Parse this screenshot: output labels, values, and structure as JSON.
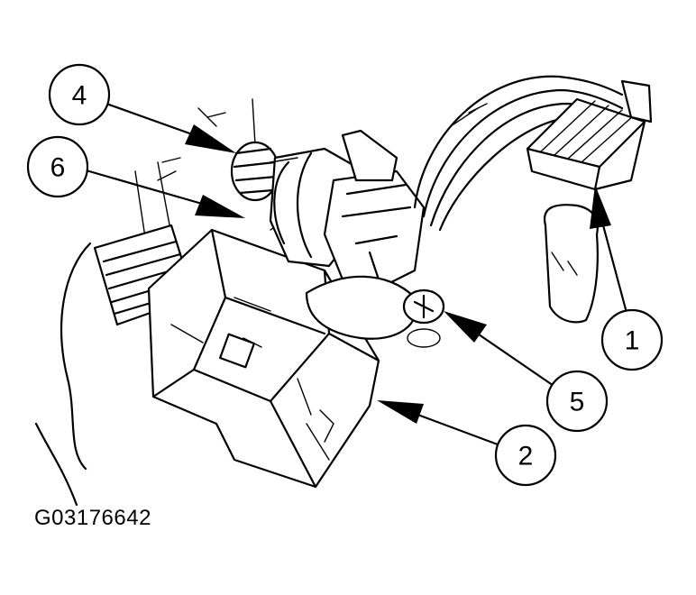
{
  "figure_id": "G03176642",
  "callouts": [
    "1",
    "2",
    "4",
    "5",
    "6"
  ]
}
